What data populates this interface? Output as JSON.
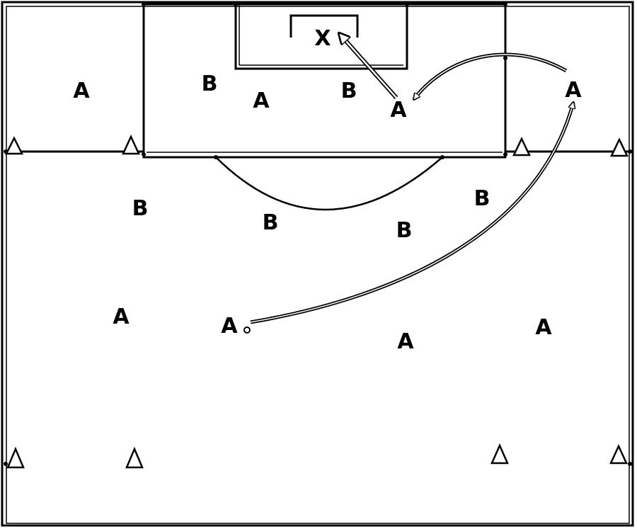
{
  "colors": {
    "line": "#000000",
    "background": "#ffffff",
    "arrow_fill": "#ffffff"
  },
  "diagram": {
    "players": [
      {
        "team": "A"
      },
      {
        "team": "B"
      },
      {
        "team": "A"
      },
      {
        "team": "B"
      },
      {
        "team": "A"
      },
      {
        "team": "A"
      },
      {
        "team": "B"
      },
      {
        "team": "B"
      },
      {
        "team": "B"
      },
      {
        "team": "B"
      },
      {
        "team": "A"
      },
      {
        "team": "A"
      },
      {
        "team": "A"
      },
      {
        "team": "A"
      }
    ],
    "goalkeeper": {
      "label": "X"
    },
    "cone_icon": "triangle-cone-icon",
    "ball_icon": "ball-icon"
  }
}
